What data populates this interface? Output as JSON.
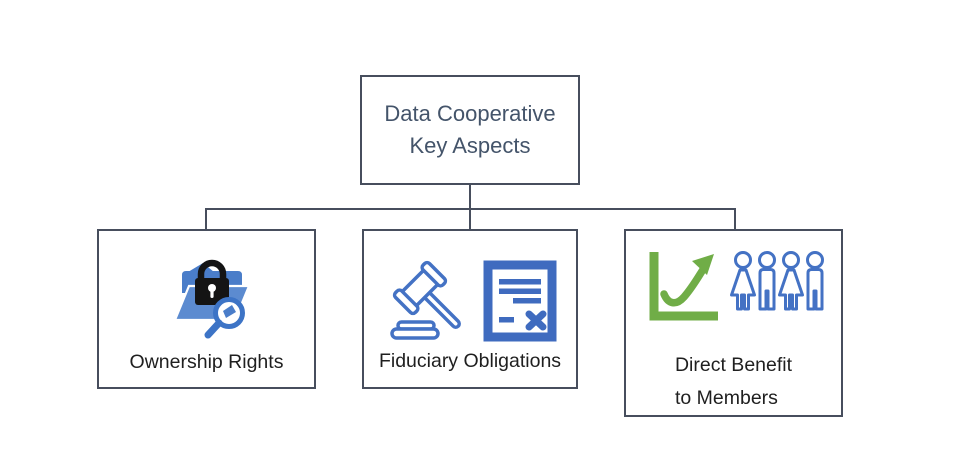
{
  "colors": {
    "background": "#ffffff",
    "box_border": "#474e5d",
    "connector": "#474e5d",
    "title_text": "#44546a",
    "label_text": "#1f1f1f",
    "icon_blue": "#4472c4",
    "icon_blue_deep": "#3f6bbf",
    "folder_blue": "#4a7dc9",
    "folder_blue_light": "#5c8bd0",
    "lock_black": "#141414",
    "icon_green": "#70ad47"
  },
  "root_box": {
    "line1": "Data Cooperative",
    "line2": "Key Aspects"
  },
  "children": [
    {
      "label": "Ownership Rights",
      "icons": [
        "folder-lock-magnifier-icon"
      ]
    },
    {
      "label": "Fiduciary Obligations",
      "icons": [
        "gavel-icon",
        "document-x-icon"
      ]
    },
    {
      "label_line1": "Direct Benefit",
      "label_line2": "to Members",
      "icons": [
        "growth-chart-icon",
        "members-group-icon"
      ]
    }
  ]
}
